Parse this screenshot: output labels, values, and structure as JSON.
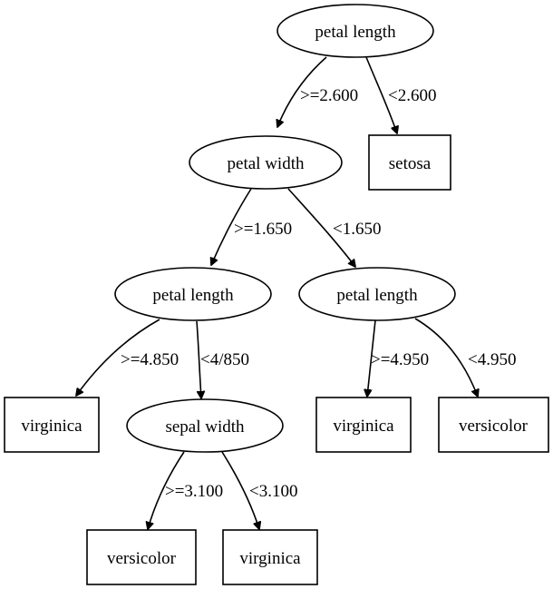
{
  "nodes": {
    "n0": {
      "label": "petal length"
    },
    "n1": {
      "label": "petal width"
    },
    "n2": {
      "label": "setosa"
    },
    "n3": {
      "label": "petal length"
    },
    "n4": {
      "label": "petal length"
    },
    "n5": {
      "label": "virginica"
    },
    "n6": {
      "label": "sepal width"
    },
    "n7": {
      "label": "virginica"
    },
    "n8": {
      "label": "versicolor"
    },
    "n9": {
      "label": "versicolor"
    },
    "n10": {
      "label": "virginica"
    }
  },
  "edges": {
    "e0_1": {
      "label": ">=2.600"
    },
    "e0_2": {
      "label": "<2.600"
    },
    "e1_3": {
      "label": ">=1.650"
    },
    "e1_4": {
      "label": "<1.650"
    },
    "e3_5": {
      "label": ">=4.850"
    },
    "e3_6": {
      "label": "<4/850"
    },
    "e4_7": {
      "label": ">=4.950"
    },
    "e4_8": {
      "label": "<4.950"
    },
    "e6_9": {
      "label": ">=3.100"
    },
    "e6_10": {
      "label": "<3.100"
    }
  }
}
